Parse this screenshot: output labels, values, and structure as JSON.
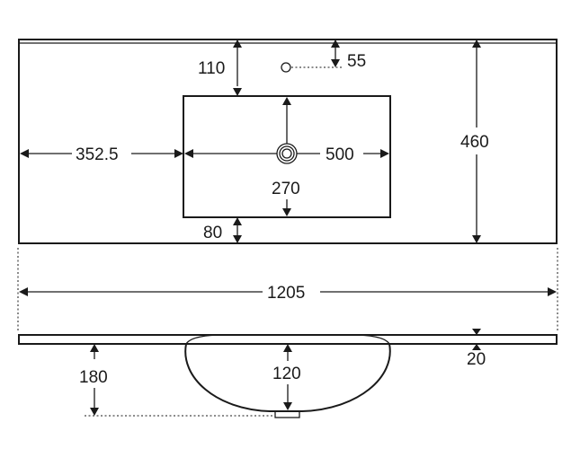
{
  "units": "mm",
  "dimensions": {
    "total_width": "1205",
    "depth": "460",
    "basin_offset_left": "352.5",
    "basin_width": "500",
    "basin_depth": "270",
    "basin_offset_back": "110",
    "basin_offset_front": "80",
    "tap_hole_offset": "55",
    "top_thickness": "20",
    "bowl_depth": "120",
    "overall_height": "180"
  }
}
